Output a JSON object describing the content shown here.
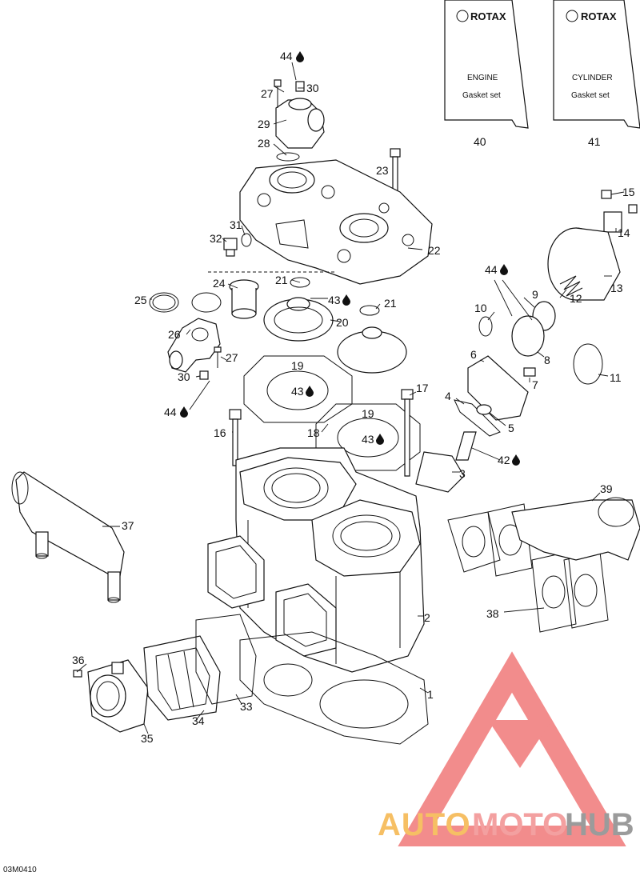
{
  "callouts": [
    {
      "id": "c1",
      "label": "1"
    },
    {
      "id": "c2",
      "label": "2"
    },
    {
      "id": "c3",
      "label": "3"
    },
    {
      "id": "c4",
      "label": "4"
    },
    {
      "id": "c5",
      "label": "5"
    },
    {
      "id": "c6",
      "label": "6"
    },
    {
      "id": "c7",
      "label": "7"
    },
    {
      "id": "c8",
      "label": "8"
    },
    {
      "id": "c9",
      "label": "9"
    },
    {
      "id": "c10",
      "label": "10"
    },
    {
      "id": "c11",
      "label": "11"
    },
    {
      "id": "c12",
      "label": "12"
    },
    {
      "id": "c13",
      "label": "13"
    },
    {
      "id": "c14",
      "label": "14"
    },
    {
      "id": "c15",
      "label": "15"
    },
    {
      "id": "c16",
      "label": "16"
    },
    {
      "id": "c17",
      "label": "17"
    },
    {
      "id": "c18",
      "label": "18"
    },
    {
      "id": "c19a",
      "label": "19"
    },
    {
      "id": "c19b",
      "label": "19"
    },
    {
      "id": "c20",
      "label": "20"
    },
    {
      "id": "c21a",
      "label": "21"
    },
    {
      "id": "c21b",
      "label": "21"
    },
    {
      "id": "c22",
      "label": "22"
    },
    {
      "id": "c23",
      "label": "23"
    },
    {
      "id": "c24",
      "label": "24"
    },
    {
      "id": "c25",
      "label": "25"
    },
    {
      "id": "c26",
      "label": "26"
    },
    {
      "id": "c27a",
      "label": "27"
    },
    {
      "id": "c27b",
      "label": "27"
    },
    {
      "id": "c28",
      "label": "28"
    },
    {
      "id": "c29",
      "label": "29"
    },
    {
      "id": "c30a",
      "label": "30"
    },
    {
      "id": "c30b",
      "label": "30"
    },
    {
      "id": "c31",
      "label": "31"
    },
    {
      "id": "c32",
      "label": "32"
    },
    {
      "id": "c33",
      "label": "33"
    },
    {
      "id": "c34",
      "label": "34"
    },
    {
      "id": "c35",
      "label": "35"
    },
    {
      "id": "c36",
      "label": "36"
    },
    {
      "id": "c37",
      "label": "37"
    },
    {
      "id": "c38",
      "label": "38"
    },
    {
      "id": "c39",
      "label": "39"
    },
    {
      "id": "c40",
      "label": "40"
    },
    {
      "id": "c41",
      "label": "41"
    },
    {
      "id": "c42",
      "label": "42"
    },
    {
      "id": "c43a",
      "label": "43"
    },
    {
      "id": "c43b",
      "label": "43"
    },
    {
      "id": "c43c",
      "label": "43"
    },
    {
      "id": "c44a",
      "label": "44"
    },
    {
      "id": "c44b",
      "label": "44"
    },
    {
      "id": "c44c",
      "label": "44"
    }
  ],
  "packages": [
    {
      "brand": "ROTAX",
      "line1": "ENGINE",
      "line2": "Gasket set"
    },
    {
      "brand": "ROTAX",
      "line1": "CYLINDER",
      "line2": "Gasket set"
    }
  ],
  "figure_code": "03M0410",
  "watermark": {
    "part1": "AUTO",
    "part2": "MOTO",
    "part3": "HUB"
  },
  "colors": {
    "accent_red": "#f07878",
    "accent_orange": "#f5b44a",
    "accent_gray": "#8a8a8a",
    "line": "#111111"
  }
}
